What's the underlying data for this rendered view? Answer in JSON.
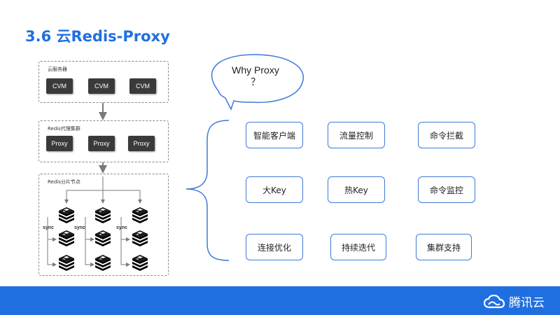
{
  "title": "3.6 云Redis-Proxy",
  "groups": {
    "cloud_server": {
      "label": "云服务器",
      "nodes": [
        "CVM",
        "CVM",
        "CVM"
      ]
    },
    "proxy_cluster": {
      "label": "Redis代理集群",
      "nodes": [
        "Proxy",
        "Proxy",
        "Proxy"
      ]
    },
    "shard_nodes": {
      "label": "Redis分片节点",
      "sync_labels": [
        "sync",
        "sync",
        "sync"
      ]
    }
  },
  "question": {
    "line1": "Why Proxy",
    "line2": "？"
  },
  "features": [
    "智能客户端",
    "流量控制",
    "命令拦截",
    "大Key",
    "热Key",
    "命令监控",
    "连接优化",
    "持续迭代",
    "集群支持"
  ],
  "footer": {
    "brand": "腾讯云"
  },
  "colors": {
    "accent": "#1f6fe0",
    "feature_border": "#3d7ad8",
    "node_dark": "#3a3a3a"
  }
}
